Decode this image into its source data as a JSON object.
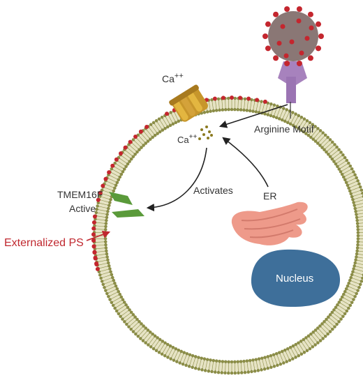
{
  "labels": {
    "ca_top": "Ca",
    "ca_top_charge": "++",
    "ca_inner": "Ca",
    "ca_inner_charge": "++",
    "arginine": "Arginine Motif",
    "tmem_line1": "TMEM16F",
    "tmem_line2": "Active",
    "activates": "Activates",
    "er": "ER",
    "nucleus": "Nucleus",
    "externalized": "Externalized PS"
  },
  "colors": {
    "membrane": "#8b8d47",
    "ps_red": "#c4262e",
    "tmem_green": "#5a9a3a",
    "channel_gold": "#c7962b",
    "virus_body": "#8a7775",
    "virus_spike": "#c4262e",
    "stalk_purple": "#a782bd",
    "er_pink": "#ee9a8a",
    "nucleus_blue": "#3e6f9a",
    "arrow": "#222222",
    "label_red": "#c0282f"
  },
  "icons": [
    "virus-icon",
    "calcium-channel-icon",
    "tmem16f-scramblase-icon",
    "er-icon",
    "nucleus-icon"
  ]
}
